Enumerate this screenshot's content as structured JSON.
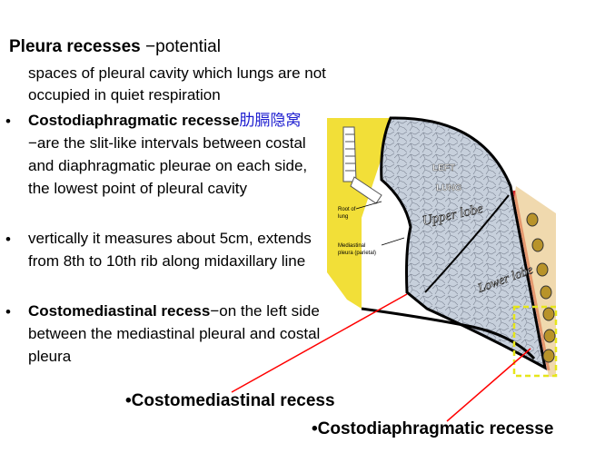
{
  "title": {
    "main": "Pleura recesses",
    "dash": "−",
    "rest": "potential",
    "cont": "spaces of pleural cavity which lungs are not occupied in quiet respiration"
  },
  "bullets": [
    {
      "symbol": "•",
      "bold": "Costodiaphragmatic recesse",
      "cjk": "肋膈隐窝",
      "rest": "−are the slit-like intervals between costal and diaphragmatic pleurae on each side, the lowest point of pleural cavity"
    },
    {
      "symbol": "•",
      "rest": "vertically it measures about 5cm, extends from 8th to 10th rib along midaxillary line"
    },
    {
      "symbol": "•",
      "bold": "Costomediastinal recess",
      "rest": "−on the left side between the mediastinal pleural and costal pleura"
    }
  ],
  "figure": {
    "labels": {
      "left_lung": "LEFT",
      "lung": "LUNG",
      "upper_lobe": "Upper lobe",
      "lower_lobe": "Lower lobe",
      "root_of_lung_1": "Root of",
      "root_of_lung_2": "lung",
      "mediastinal_1": "Mediastinal",
      "mediastinal_2": "pleura (parietal)"
    },
    "colors": {
      "mediastinum": "#f2df38",
      "lung": "#c7d0dc",
      "pleura": "#000000",
      "rib": "#b8932a",
      "costal_pleura": "#d8262b",
      "highlight_box": "#e6e61a",
      "arrow": "#ff0000"
    }
  },
  "callouts": {
    "costomediastinal": "•Costomediastinal recess",
    "costodiaphragmatic": "•Costodiaphragmatic recesse"
  }
}
